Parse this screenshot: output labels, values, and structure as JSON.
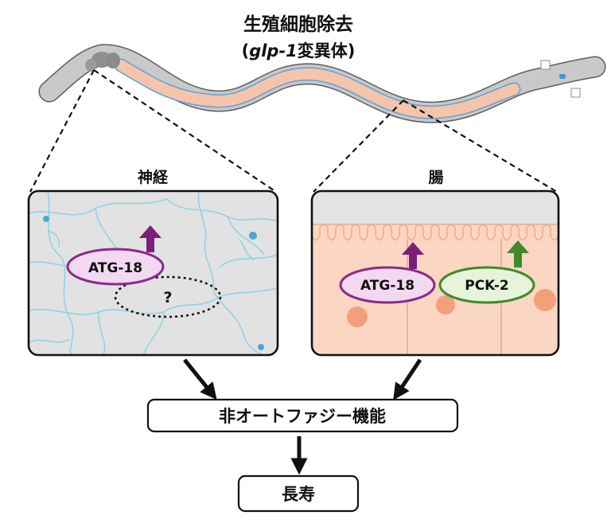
{
  "title": {
    "line1": "生殖細胞除去",
    "line2_italic": "glp-1",
    "line2_rest": "変異体"
  },
  "panels": {
    "neuron": {
      "label": "神経",
      "protein": "ATG-18",
      "unknown": "?"
    },
    "intestine": {
      "label": "腸",
      "protein1": "ATG-18",
      "protein2": "PCK-2"
    }
  },
  "flow": {
    "mechanism": "非オートファジー機能",
    "outcome": "長寿"
  },
  "colors": {
    "protein_atg18_fill": "#f2d8f0",
    "protein_atg18_stroke": "#8a2a8a",
    "protein_pck2_fill": "#e6f4d9",
    "protein_pck2_stroke": "#3e8a2a",
    "arrow_up_purple": "#7a1f7a",
    "arrow_up_green": "#3f8a2a",
    "worm_gut": "#f5c4ab",
    "worm_body": "#c8c8c8",
    "neuron_bg": "#e2e2e2",
    "neuron_line": "#8dd0ea",
    "intestine_bg": "#fbd6c2"
  }
}
